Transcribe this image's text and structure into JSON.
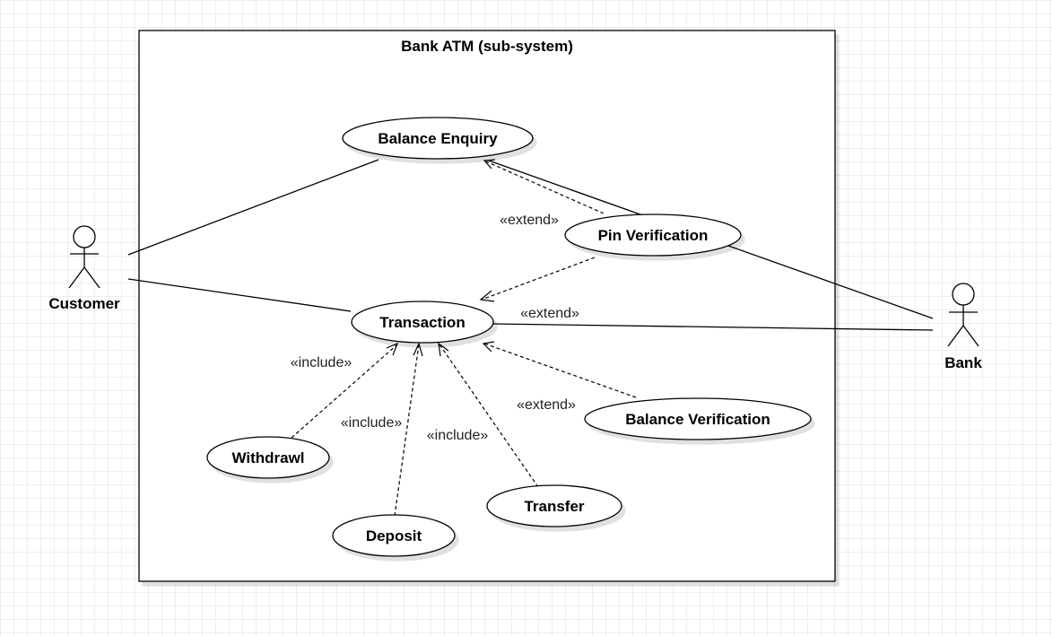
{
  "system": {
    "title": "Bank ATM (sub-system)"
  },
  "actors": {
    "customer": "Customer",
    "bank": "Bank"
  },
  "use_cases": {
    "balance_enquiry": "Balance Enquiry",
    "pin_verification": "Pin Verification",
    "transaction": "Transaction",
    "balance_verification": "Balance Verification",
    "withdrawl": "Withdrawl",
    "deposit": "Deposit",
    "transfer": "Transfer"
  },
  "stereotypes": {
    "extend_pin": "«extend»",
    "extend_bank": "«extend»",
    "extend_balance": "«extend»",
    "include_withdrawl": "«include»",
    "include_deposit": "«include»",
    "include_transfer": "«include»"
  }
}
